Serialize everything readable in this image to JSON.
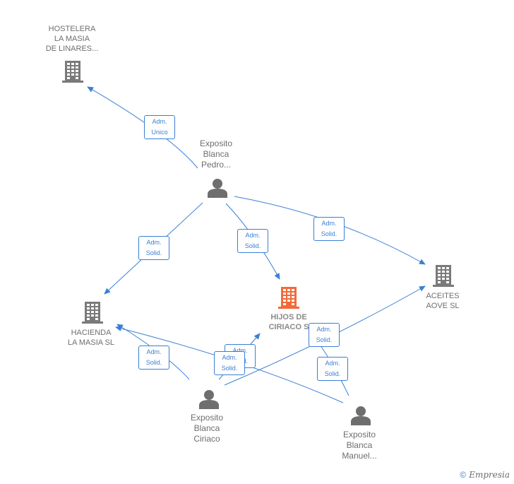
{
  "nodes": {
    "hostelera": {
      "type": "company",
      "lines": [
        "HOSTELERA",
        "LA MASIA",
        "DE LINARES..."
      ]
    },
    "hacienda": {
      "type": "company",
      "lines": [
        "HACIENDA",
        "LA MASIA  SL"
      ]
    },
    "hijos": {
      "type": "company_focus",
      "lines": [
        "HIJOS DE",
        "CIRIACO  S"
      ]
    },
    "aceites": {
      "type": "company",
      "lines": [
        "ACEITES",
        "AOVE  SL"
      ]
    },
    "pedro": {
      "type": "person",
      "lines": [
        "Exposito",
        "Blanca",
        "Pedro..."
      ]
    },
    "ciriaco": {
      "type": "person",
      "lines": [
        "Exposito",
        "Blanca",
        "Ciriaco"
      ]
    },
    "manuel": {
      "type": "person",
      "lines": [
        "Exposito",
        "Blanca",
        "Manuel..."
      ]
    }
  },
  "edges": [
    {
      "from": "pedro",
      "to": "hostelera",
      "label": [
        "Adm.",
        "Unico"
      ]
    },
    {
      "from": "pedro",
      "to": "hacienda",
      "label": [
        "Adm.",
        "Solid."
      ]
    },
    {
      "from": "pedro",
      "to": "hijos",
      "label": [
        "Adm.",
        "Solid."
      ]
    },
    {
      "from": "pedro",
      "to": "aceites",
      "label": [
        "Adm.",
        "Solid."
      ]
    },
    {
      "from": "ciriaco",
      "to": "hacienda",
      "label": [
        "Adm.",
        "Solid."
      ]
    },
    {
      "from": "ciriaco",
      "to": "hijos",
      "label": [
        "Adm.",
        "Solid."
      ]
    },
    {
      "from": "ciriaco",
      "to": "aceites",
      "label": [
        "Adm.",
        "Solid."
      ]
    },
    {
      "from": "manuel",
      "to": "hacienda",
      "label": [
        "Adm.",
        "Solid."
      ]
    },
    {
      "from": "manuel",
      "to": "hijos",
      "label": [
        "Adm.",
        "Solid."
      ]
    }
  ],
  "footer": {
    "copyright": "©",
    "brand": "Empresia"
  },
  "colors": {
    "edge": "#3a7fd5",
    "company": "#7a7a7a",
    "focus": "#f26a3a",
    "person": "#6e6e6e"
  }
}
